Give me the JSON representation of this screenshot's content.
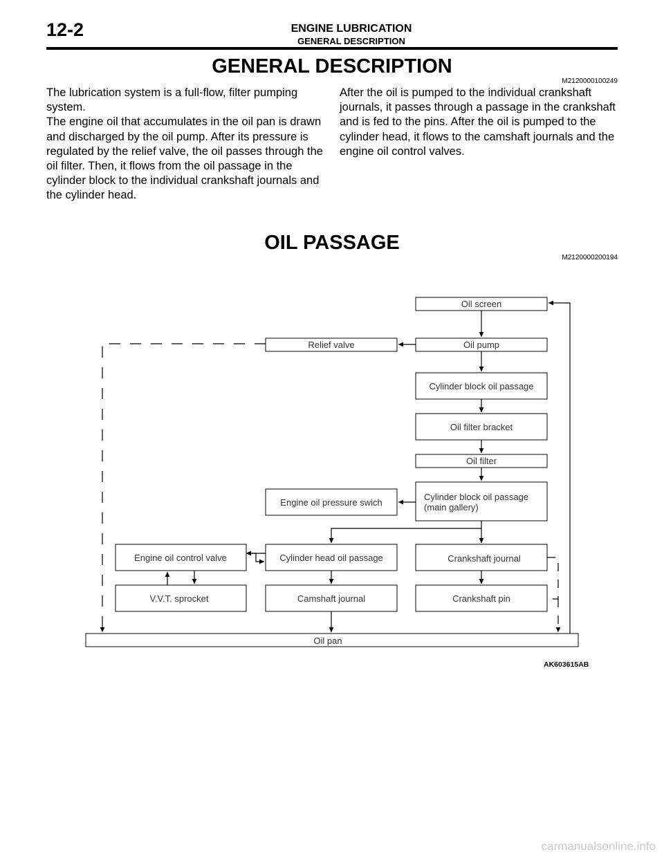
{
  "header": {
    "page_number": "12-2",
    "chapter": "ENGINE LUBRICATION",
    "section": "GENERAL DESCRIPTION"
  },
  "general_description": {
    "title": "GENERAL DESCRIPTION",
    "code": "M2120000100249",
    "left_paragraphs": [
      "The lubrication system is a full-flow, filter pumping system.",
      "The engine oil that accumulates in the oil pan is drawn and discharged by the oil pump. After its pressure is regulated by the relief valve, the oil passes through the oil filter. Then, it flows from the oil passage in the cylinder block to the individual crankshaft journals and the cylinder head."
    ],
    "right_paragraphs": [
      "After the oil is pumped to the individual crankshaft journals, it passes through a passage in the crankshaft and is fed to the pins. After the oil is pumped to the cylinder head, it flows to the camshaft journals and the engine oil control valves."
    ]
  },
  "oil_passage": {
    "title": "OIL PASSAGE",
    "code": "M2120000200194",
    "figure_id": "AK603615AB",
    "boxes": {
      "oil_screen": "Oil screen",
      "oil_pump": "Oil pump",
      "relief_valve": "Relief valve",
      "cyl_block_passage": "Cylinder block oil passage",
      "oil_filter_bracket": "Oil filter bracket",
      "oil_filter": "Oil filter",
      "main_gallery_1": "Cylinder block oil passage",
      "main_gallery_2": "(main gallery)",
      "pressure_switch": "Engine oil pressure swich",
      "oil_control_valve": "Engine oil control valve",
      "cyl_head_passage": "Cylinder head oil passage",
      "crank_journal": "Crankshaft journal",
      "vvt_sprocket": "V.V.T. sprocket",
      "camshaft_journal": "Camshaft journal",
      "crank_pin": "Crankshaft pin",
      "oil_pan": "Oil pan"
    }
  },
  "watermark": "carmanualsonline.info"
}
